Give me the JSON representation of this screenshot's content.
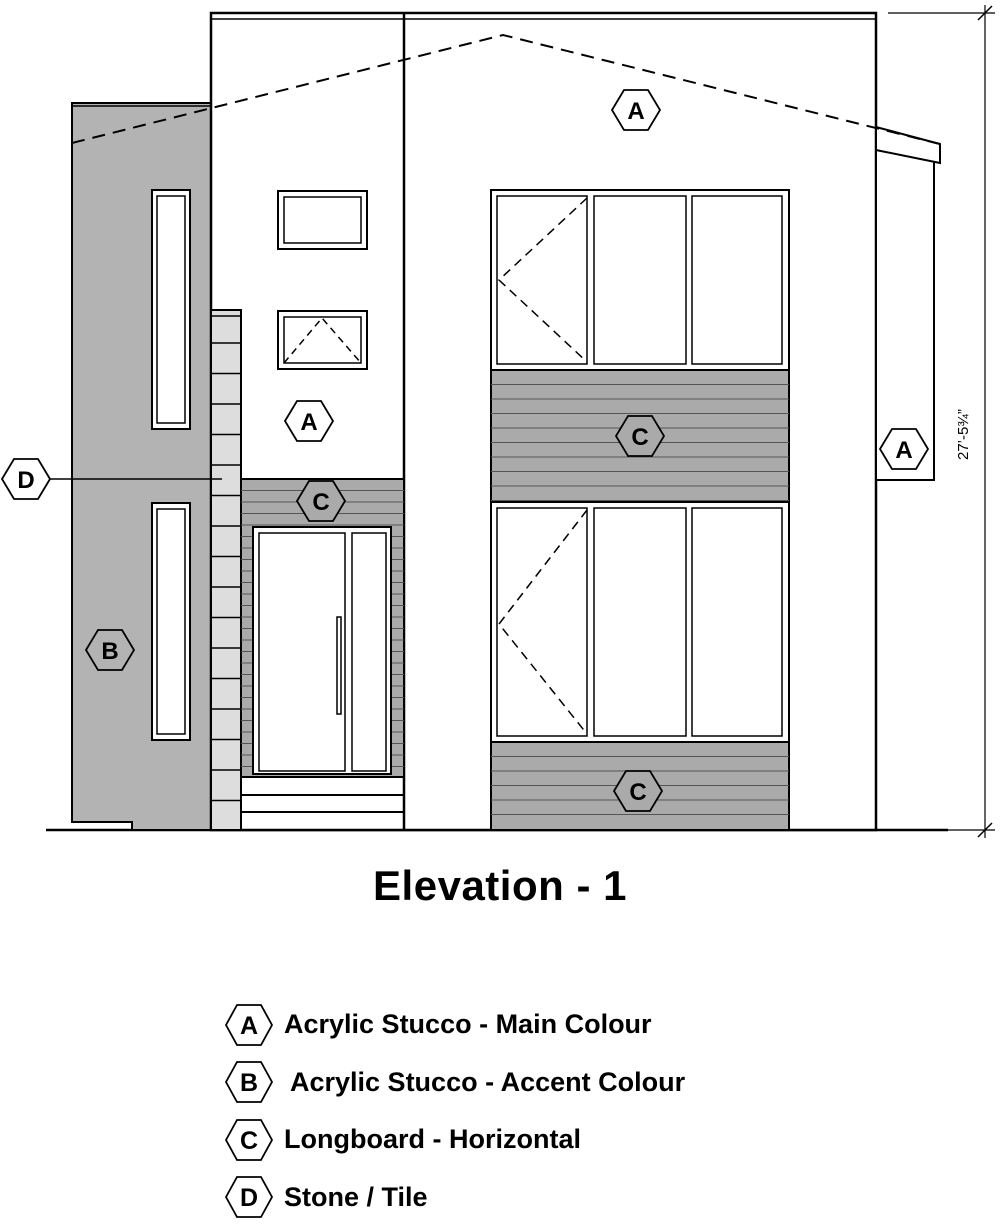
{
  "drawing": {
    "tags": {
      "stucco_upper": "A",
      "stucco_mid": "A",
      "stucco_side": "A",
      "accent_left": "B",
      "longboard_entry": "C",
      "longboard_mid": "C",
      "longboard_low": "C",
      "stone_callout": "D"
    },
    "dimension": "27’-5¾”"
  },
  "title": "Elevation - 1",
  "legend": [
    {
      "tag": "A",
      "label": "Acrylic Stucco - Main Colour"
    },
    {
      "tag": "B",
      "label": "Acrylic Stucco - Accent Colour"
    },
    {
      "tag": "C",
      "label": "Longboard - Horizontal"
    },
    {
      "tag": "D",
      "label": "Stone / Tile"
    }
  ],
  "colors": {
    "line": "#000000",
    "accent_fill": "#b3b3b3",
    "siding_fill": "#aaaaaa",
    "stone_fill": "#dddddd",
    "background": "#ffffff"
  }
}
